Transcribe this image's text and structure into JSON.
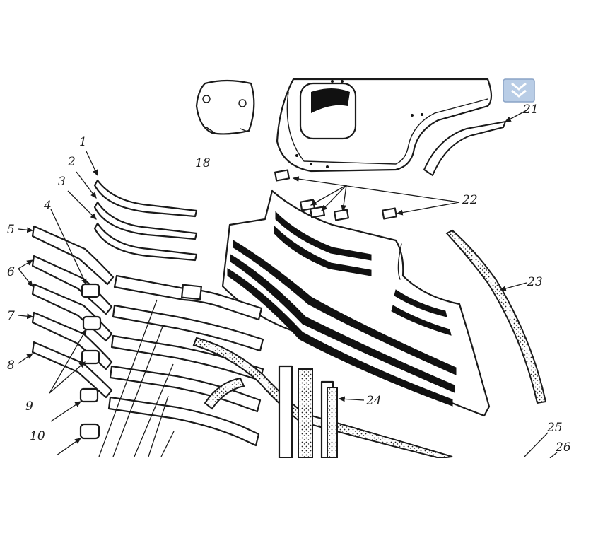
{
  "labels": {
    "l1": "1",
    "l2": "2",
    "l3": "3",
    "l4": "4",
    "l5": "5",
    "l6": "6",
    "l7": "7",
    "l8": "8",
    "l9": "9",
    "l10": "10",
    "l18": "18",
    "l21": "21",
    "l22": "22",
    "l23": "23",
    "l24": "24",
    "l25": "25",
    "l26": "26"
  },
  "icons": {
    "corner_widget": "double-chevron-down-icon"
  },
  "colors": {
    "ink": "#1a1a1a",
    "paper": "#ffffff",
    "widget": "#b9cde6"
  }
}
